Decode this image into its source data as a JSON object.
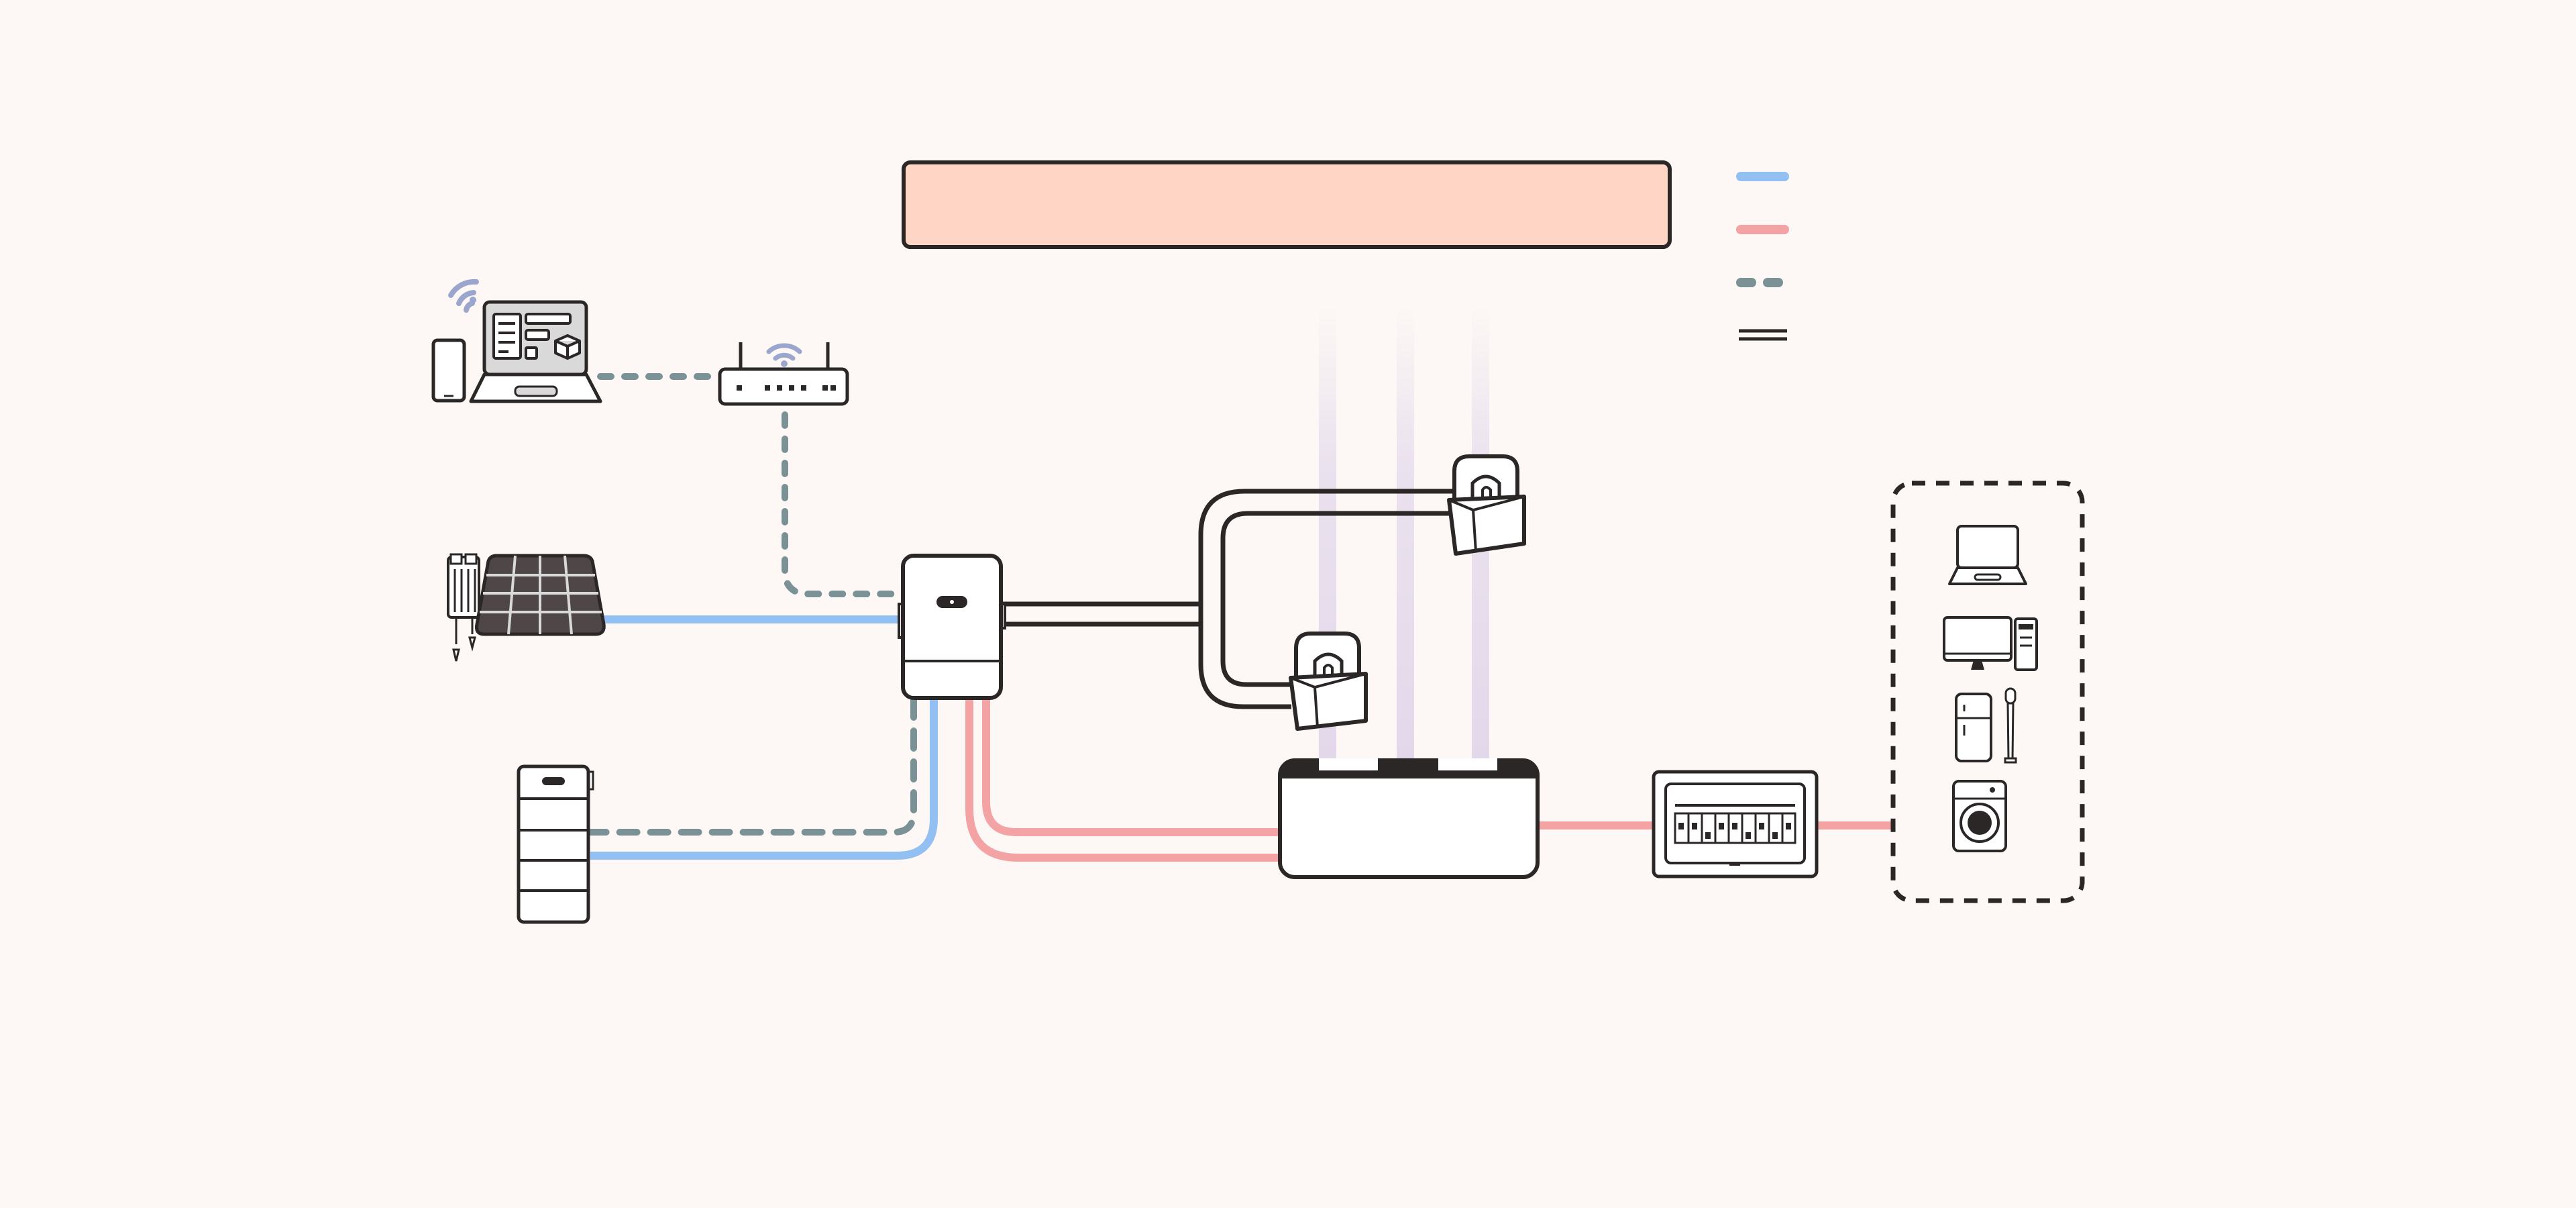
{
  "title_box": {
    "text": "",
    "fill": "#ffd6c6",
    "stroke": "#2b2727"
  },
  "legend": {
    "items": [
      {
        "id": "dc",
        "style": "solid",
        "color": "#93c0f2",
        "label": ""
      },
      {
        "id": "ac",
        "style": "solid",
        "color": "#f3a3a3",
        "label": ""
      },
      {
        "id": "comm",
        "style": "dashed",
        "color": "#7a9296",
        "label": ""
      },
      {
        "id": "ct",
        "style": "double",
        "color": "#2b2727",
        "label": ""
      }
    ]
  },
  "colors": {
    "background": "#fdf8f5",
    "outline": "#2b2727",
    "dc_line": "#93c0f2",
    "ac_line": "#f3a3a3",
    "comm_line": "#7a9296",
    "wifi": "#9aa6cc",
    "glow": "#e6dcec",
    "screen": "#d9d9d9"
  },
  "components": {
    "monitoring": {
      "icon": "laptop-phone-icon"
    },
    "router": {
      "icon": "wifi-router-icon"
    },
    "pv": {
      "icon": "solar-panel-icon"
    },
    "inverter": {
      "icon": "hybrid-inverter-icon"
    },
    "battery": {
      "icon": "battery-stack-icon"
    },
    "ct_clamps": {
      "icon": "ct-clamp-icon"
    },
    "meter": {
      "icon": "smart-meter-icon"
    },
    "breaker": {
      "icon": "breaker-panel-icon"
    },
    "loads": {
      "icons": [
        "laptop-icon",
        "desktop-pc-icon",
        "fridge-icon",
        "washing-machine-icon"
      ]
    }
  }
}
